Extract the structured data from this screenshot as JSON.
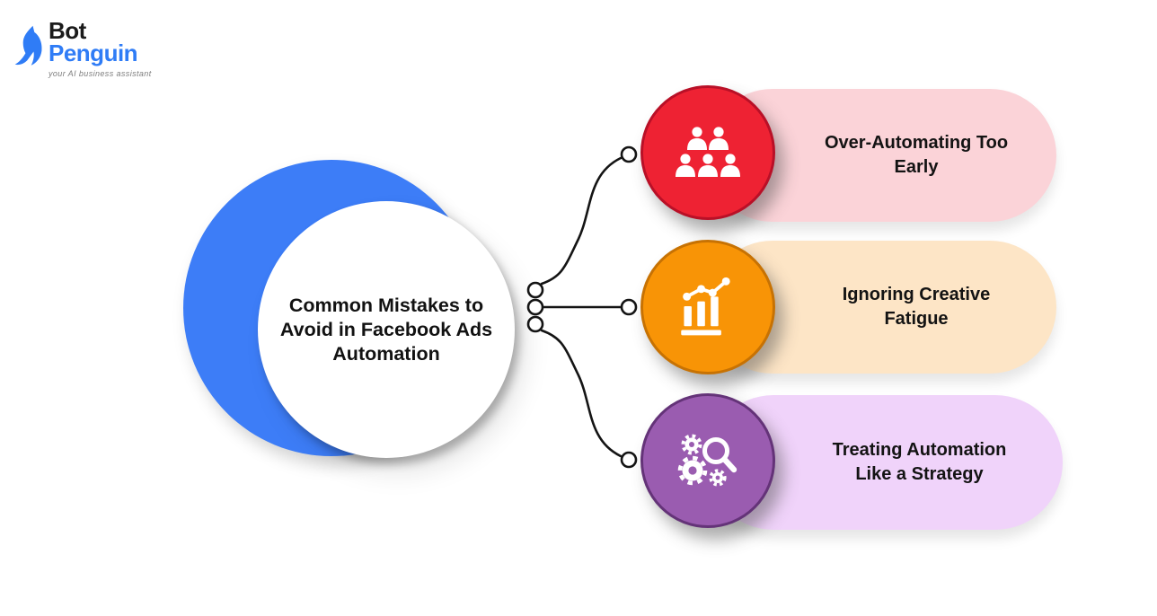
{
  "brand": {
    "name_line1": "Bot",
    "name_line2": "Penguin",
    "tagline": "your AI business assistant",
    "logo_icon": "penguin-icon",
    "brand_blue": "#2F7CF6"
  },
  "center": {
    "title": "Common Mistakes to Avoid in Facebook Ads Automation",
    "title_lines": [
      "Common Mistakes to",
      "Avoid in Facebook Ads",
      "Automation"
    ],
    "outer_circle_color": "#3D7DF7",
    "inner_circle_color": "#FFFFFF"
  },
  "mistakes": [
    {
      "label": "Over-Automating Too Early",
      "label_lines": [
        "Over-Automating Too",
        "Early"
      ],
      "icon": "people-group-icon",
      "badge_color": "#EE2233",
      "badge_border_color": "#B91027",
      "pill_color": "#FBD3D8"
    },
    {
      "label": "Ignoring Creative Fatigue",
      "label_lines": [
        "Ignoring Creative",
        "Fatigue"
      ],
      "icon": "trend-bar-chart-icon",
      "badge_color": "#F89406",
      "badge_border_color": "#C77203",
      "pill_color": "#FDE5C6"
    },
    {
      "label": "Treating Automation Like a Strategy",
      "label_lines": [
        "Treating Automation",
        "Like a Strategy"
      ],
      "icon": "gears-search-icon",
      "badge_color": "#9A5CB0",
      "badge_border_color": "#643378",
      "pill_color": "#F0D3FA"
    }
  ],
  "connector_color": "#141414"
}
